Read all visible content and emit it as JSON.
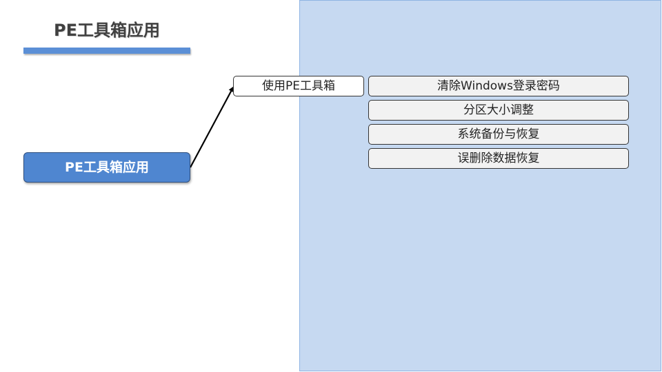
{
  "slide": {
    "title": "PE工具箱应用",
    "colors": {
      "accent": "#5b8fd6",
      "root_fill": "#4f86d0",
      "panel_fill": "#c6d9f1",
      "leaf_fill": "#f2f2f2"
    }
  },
  "diagram": {
    "root": {
      "label": "PE工具箱应用"
    },
    "branch": {
      "label": "使用PE工具箱"
    },
    "leaves": [
      {
        "label": "清除Windows登录密码"
      },
      {
        "label": "分区大小调整"
      },
      {
        "label": "系统备份与恢复"
      },
      {
        "label": "误删除数据恢复"
      }
    ]
  }
}
